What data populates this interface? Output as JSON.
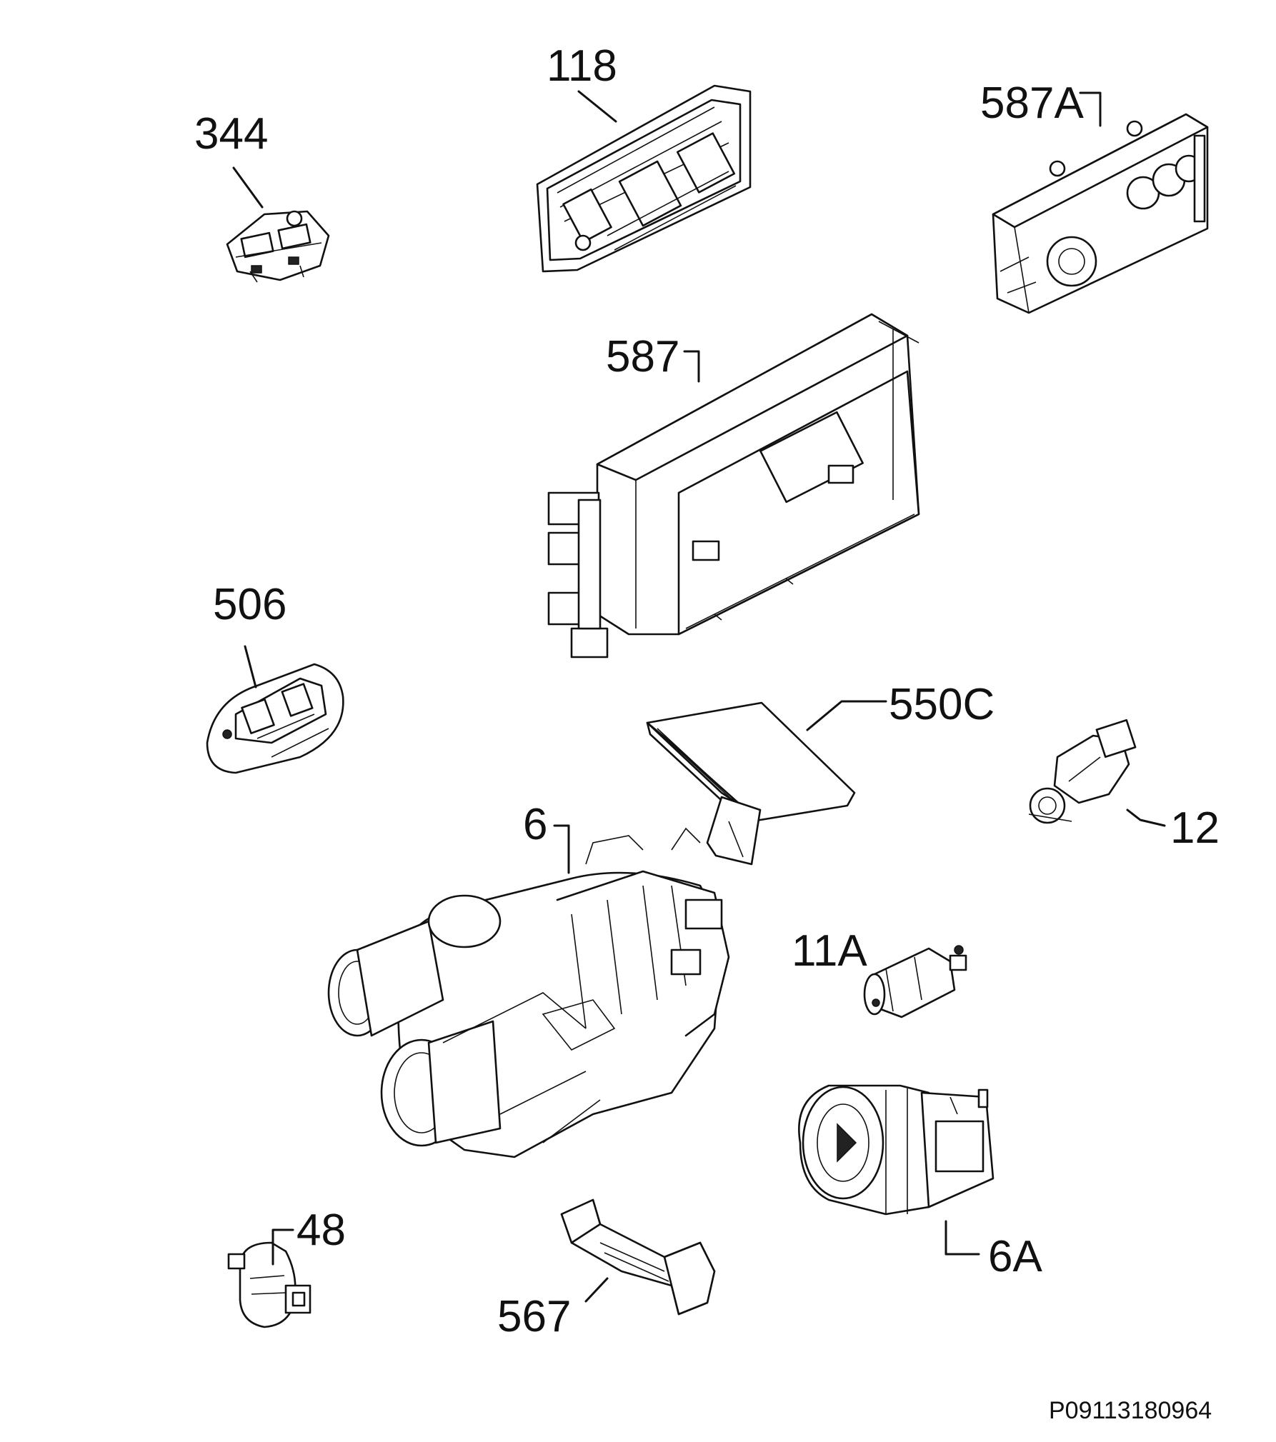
{
  "labels": {
    "p344": "344",
    "p118": "118",
    "p587A": "587A",
    "p587": "587",
    "p506": "506",
    "p550C": "550C",
    "p12": "12",
    "p6": "6",
    "p11A": "11A",
    "p6A": "6A",
    "p48": "48",
    "p567": "567"
  },
  "footer": {
    "drawing_code": "P09113180964"
  }
}
